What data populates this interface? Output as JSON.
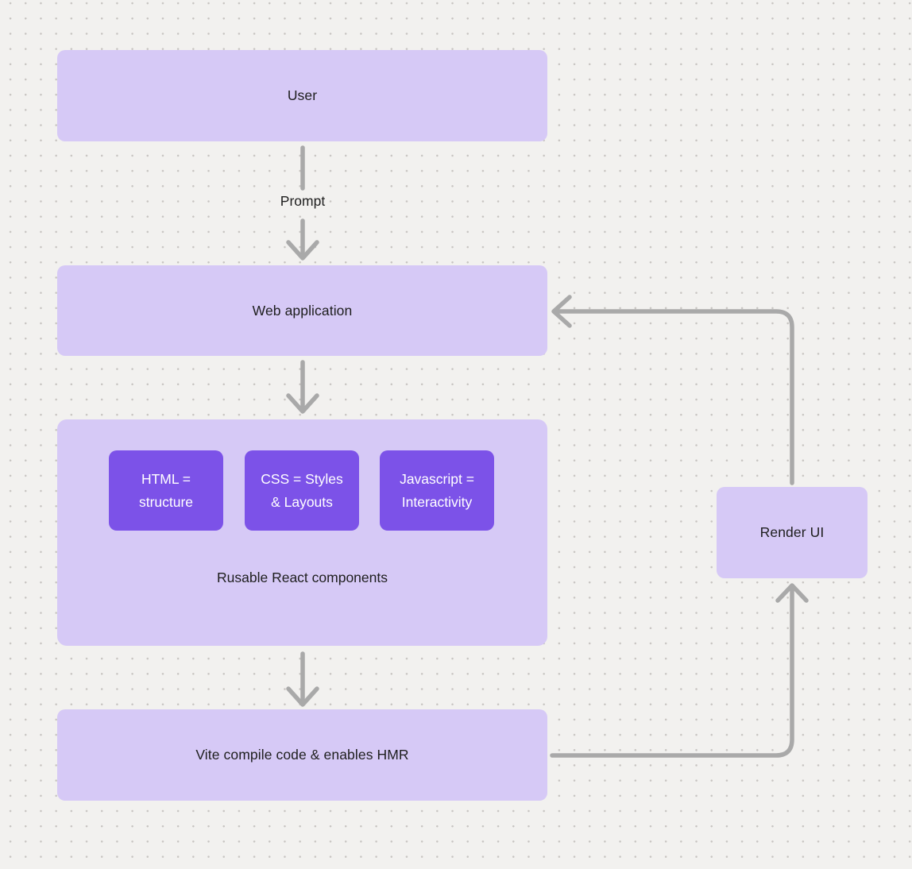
{
  "diagram": {
    "nodes": {
      "user": {
        "label": "User"
      },
      "web_app": {
        "label": "Web application"
      },
      "components": {
        "caption": "Rusable React components",
        "children": [
          {
            "line1": "HTML =",
            "line2": "structure"
          },
          {
            "line1": "CSS = Styles",
            "line2": "& Layouts"
          },
          {
            "line1": "Javascript =",
            "line2": "Interactivity"
          }
        ]
      },
      "vite": {
        "label": "Vite compile code & enables HMR"
      },
      "render_ui": {
        "label": "Render UI"
      }
    },
    "edges": {
      "prompt_label": "Prompt"
    },
    "colors": {
      "background": "#f2f1ef",
      "dot_grid": "#c7c4c1",
      "node_fill": "#d6c9f6",
      "inner_node_fill": "#7c52e8",
      "arrow": "#a9a9a9",
      "text": "#1e1e1e",
      "inner_text": "#ffffff"
    }
  }
}
